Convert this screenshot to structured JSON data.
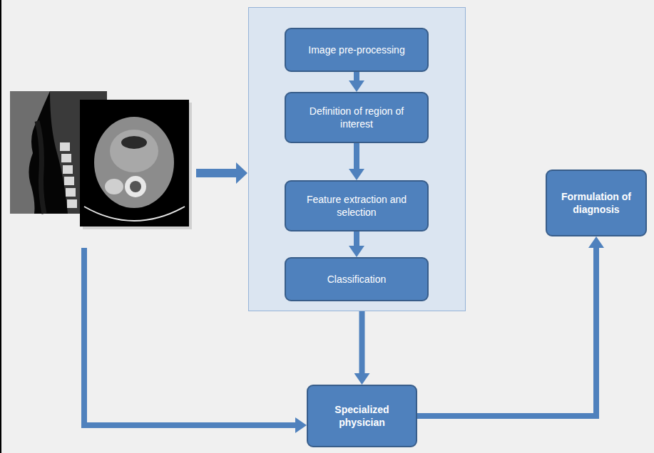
{
  "diagram": {
    "nodes": [
      {
        "text": []
      },
      {
        "text": [
          "Image pre-processing"
        ],
        "in": 0
      },
      {
        "text": [
          "Definition of region of interest"
        ],
        "in": 0
      },
      {
        "text": [
          "Feature extraction and selection"
        ],
        "in": 0
      },
      {
        "text": [
          "Classification"
        ],
        "in": 0
      },
      {
        "text": [
          "Specialized physician"
        ]
      },
      {
        "text": [
          "Formulation of diagnosis"
        ]
      }
    ],
    "edges": [
      {
        "from": 1,
        "to": 2,
        "arrow": "to"
      },
      {
        "from": 2,
        "to": 3,
        "arrow": "to"
      },
      {
        "from": 3,
        "to": 4,
        "arrow": "to"
      },
      {
        "from": 0,
        "to": 5,
        "arrow": "to"
      },
      {
        "from": 5,
        "to": 6,
        "arrow": "to"
      }
    ]
  }
}
